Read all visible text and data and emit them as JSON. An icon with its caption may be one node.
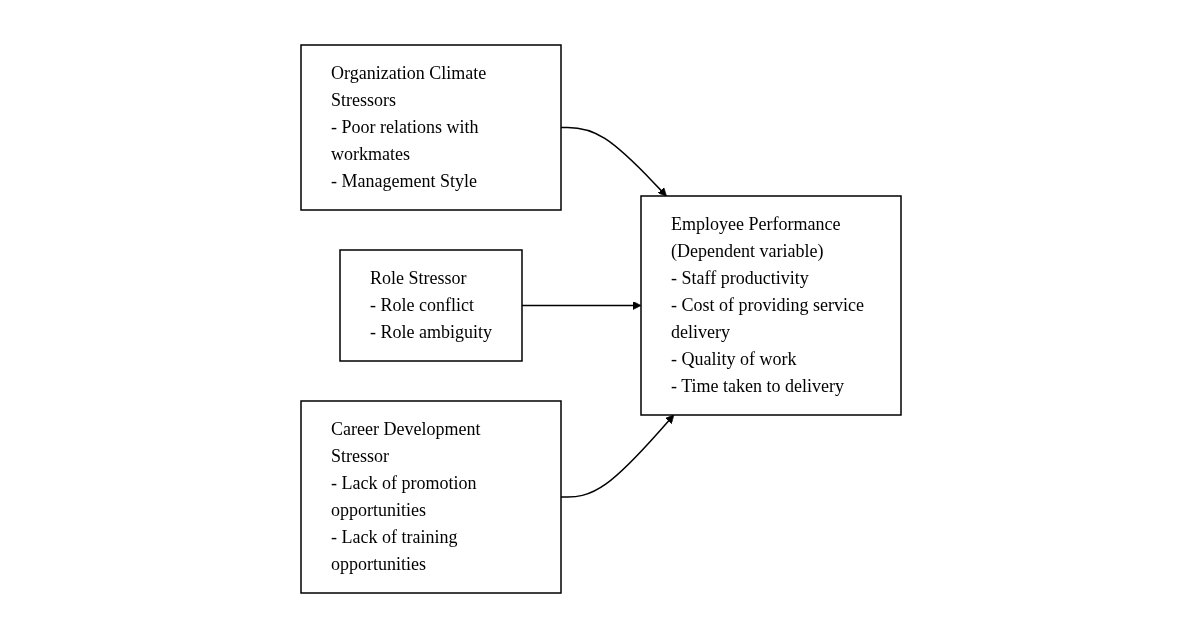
{
  "diagram": {
    "nodes": [
      {
        "text": [
          "Organization Climate Stressors",
          "- Poor relations with workmates",
          "- Management Style"
        ]
      },
      {
        "text": [
          "Role Stressor",
          "- Role conflict",
          "- Role ambiguity"
        ]
      },
      {
        "text": [
          "Career Development Stressor",
          "- Lack of promotion opportunities",
          "- Lack of training opportunities"
        ]
      },
      {
        "text": [
          "Employee Performance (Dependent variable)",
          "- Staff productivity",
          "- Cost of providing service delivery",
          "- Quality of work",
          "- Time taken to delivery"
        ]
      }
    ],
    "edges": [
      {
        "from": 0,
        "to": 3,
        "arrow": "to"
      },
      {
        "from": 1,
        "to": 3,
        "arrow": "to"
      },
      {
        "from": 2,
        "to": 3,
        "arrow": "to"
      }
    ]
  }
}
